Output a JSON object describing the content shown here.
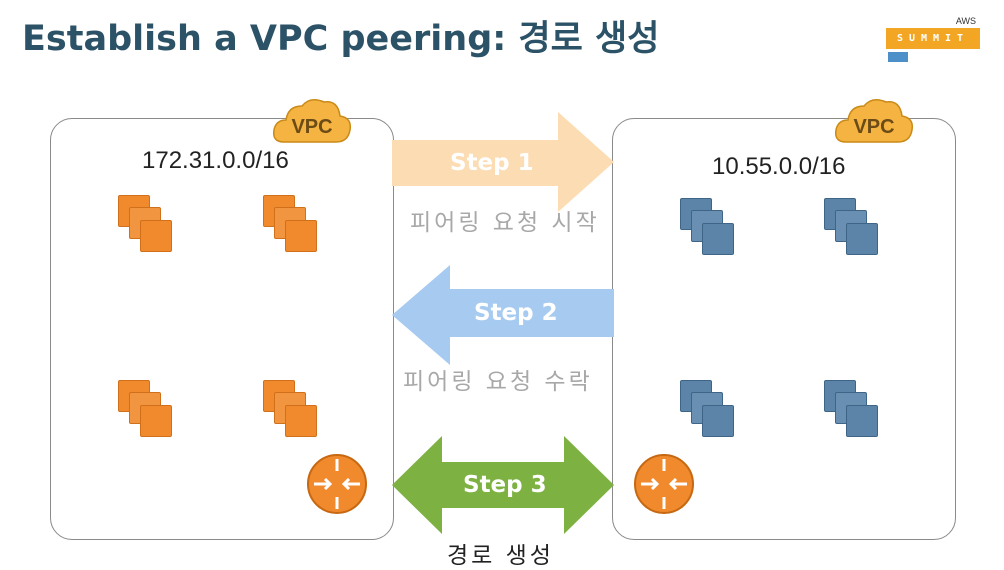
{
  "title": "Establish a VPC peering: 경로 생성",
  "logo": {
    "top": "AWS",
    "word": "SUMMIT"
  },
  "left_vpc": {
    "cloud_label": "VPC",
    "cidr": "172.31.0.0/16"
  },
  "right_vpc": {
    "cloud_label": "VPC",
    "cidr": "10.55.0.0/16"
  },
  "steps": [
    {
      "label": "Step 1",
      "caption": "피어링 요청 시작",
      "direction": "right",
      "color": "#fbdcb3"
    },
    {
      "label": "Step 2",
      "caption": "피어링 요청 수락",
      "direction": "left",
      "color": "#a7cbf0"
    },
    {
      "label": "Step 3",
      "caption": "경로 생성",
      "direction": "both",
      "color": "#7db142"
    }
  ],
  "colors": {
    "title": "#2b5266",
    "left_instances": "#f08a2c",
    "right_instances": "#5b84a8",
    "router": "#f08a2c",
    "cloud": "#f5b342"
  },
  "icons": [
    "vpc-cloud-icon",
    "ec2-instances-icon",
    "router-icon"
  ]
}
